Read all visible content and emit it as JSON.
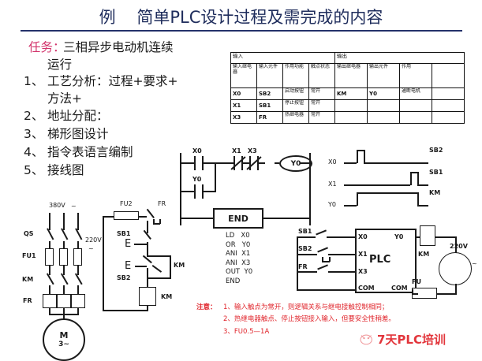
{
  "slide": {
    "title": "例    简单PLC设计过程及需完成的内容",
    "title_color": "#1f2d5c",
    "accent_red": "#e0242b",
    "task_accent": "#d2336b"
  },
  "outline": {
    "task_label": "任务：",
    "task_text": "三相异步电动机连续",
    "task_text_cont": "运行",
    "items": [
      {
        "num": "1、",
        "text": "工艺分析：过程+要求+",
        "cont": "方法+"
      },
      {
        "num": "2、",
        "text": "地址分配：",
        "cont": ""
      },
      {
        "num": "3、",
        "text": "梯形图设计",
        "cont": ""
      },
      {
        "num": "4、",
        "text": "指令表语言编制",
        "cont": ""
      },
      {
        "num": "5、",
        "text": "接线图",
        "cont": ""
      }
    ]
  },
  "io_table": {
    "group_input": "输入",
    "group_output": "输出",
    "headers": [
      "输入继电器",
      "输入元件",
      "作用功能",
      "触点状态",
      "输出继电器",
      "输出元件",
      "作用",
      ""
    ],
    "rows": [
      [
        "X0",
        "SB2",
        "启动按钮",
        "常开",
        "KM",
        "Y0",
        "通断电机",
        ""
      ],
      [
        "X1",
        "SB1",
        "停止按钮",
        "常开",
        "",
        "",
        "",
        ""
      ],
      [
        "X3",
        "FR",
        "热继电器",
        "常开",
        "",
        "",
        "",
        ""
      ]
    ]
  },
  "ladder": {
    "contacts": [
      "X0",
      "Y0",
      "X1",
      "X3"
    ],
    "coil": "Y0",
    "end_block": "END"
  },
  "instruction_list": {
    "lines": "LD   X0\nOR   Y0\nANI  X1\nANI  X3\nOUT  Y0\nEND"
  },
  "timing": {
    "signals": [
      {
        "name": "X0",
        "source": "SB2"
      },
      {
        "name": "X1",
        "source": "SB1"
      },
      {
        "name": "Y0",
        "source": "KM"
      }
    ]
  },
  "plc_wiring": {
    "device": "PLC",
    "inputs": [
      {
        "terminal": "X0",
        "element": "SB1"
      },
      {
        "terminal": "X1",
        "element": "SB2"
      },
      {
        "terminal": "X3",
        "element": "FR"
      }
    ],
    "com_in": "COM",
    "com_out": "COM",
    "output_terminal": "Y0",
    "output_load": "KM",
    "fuse": "FU",
    "supply": "220V",
    "supply_mark": "~"
  },
  "main_circuit": {
    "supply": "380V",
    "supply_mark": "~",
    "switch": "QS",
    "fuse": "FU1",
    "contactor": "KM",
    "relay": "FR",
    "motor": "M",
    "motor_phase": "3~"
  },
  "control_circuit": {
    "supply": "220V",
    "supply_mark": "~",
    "fuse": "FU2",
    "relay": "FR",
    "stop_button": "SB1",
    "start_button": "SB2",
    "aux_contact": "KM",
    "coil": "KM"
  },
  "notes": {
    "label": "注意：",
    "items": [
      "1、输入触点为常开，则逻辑关系与继电接触控制相同；",
      "2、热继电器触点、停止按钮接入输入，但要安全性稍差。",
      "3、FU0.5—1A"
    ]
  },
  "watermark": {
    "text": "7天PLC培训"
  }
}
